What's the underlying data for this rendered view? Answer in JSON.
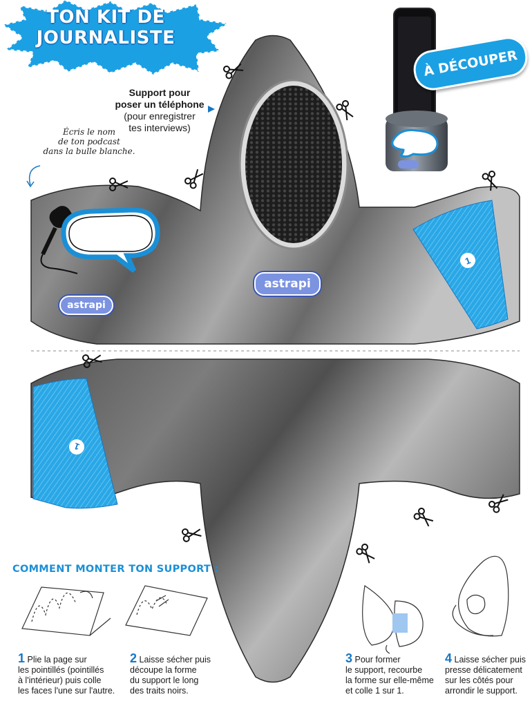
{
  "header": {
    "title_line1": "TON KIT DE",
    "title_line2": "JOURNALISTE",
    "cut_badge": "À DÉCOUPER"
  },
  "support_caption": {
    "bold_line1": "Support pour",
    "bold_line2": "poser un téléphone",
    "line3": "(pour enregistrer",
    "line4": "tes interviews)"
  },
  "hand_note": {
    "line1": "Écris le nom",
    "line2": "de ton podcast",
    "line3": "dans la bulle blanche."
  },
  "logos": {
    "brand": "astrapi"
  },
  "glue_marks": [
    "1",
    "1"
  ],
  "howto": {
    "title": "COMMENT MONTER TON SUPPORT :",
    "steps": [
      {
        "n": "1",
        "text_a": "Plie la page sur",
        "text_b": "les pointillés (pointillés",
        "text_c": "à l'intérieur) puis colle",
        "text_d": "les faces l'une sur l'autre."
      },
      {
        "n": "2",
        "text_a": "Laisse sécher puis",
        "text_b": "découpe la forme",
        "text_c": "du support le long",
        "text_d": "des traits noirs."
      },
      {
        "n": "3",
        "text_a": "Pour former",
        "text_b": "le support, recourbe",
        "text_c": "la forme sur elle-même",
        "text_d": "et colle 1 sur 1."
      },
      {
        "n": "4",
        "text_a": "Laisse sécher puis",
        "text_b": "presse délicatement",
        "text_c": "sur les côtés pour",
        "text_d": "arrondir le support."
      }
    ]
  },
  "colors": {
    "brand_blue": "#1ba0e4",
    "dark_blue": "#1777c4",
    "metal_dark": "#5a5a5a",
    "metal_light": "#b5b5b5",
    "logo_purple": "#7b93e0"
  },
  "icons": [
    "scissors-icon",
    "arrow-right-icon",
    "curved-arrow-icon",
    "microphone-icon",
    "speech-bubble-icon",
    "speaker-grille-icon",
    "phone-photo"
  ]
}
